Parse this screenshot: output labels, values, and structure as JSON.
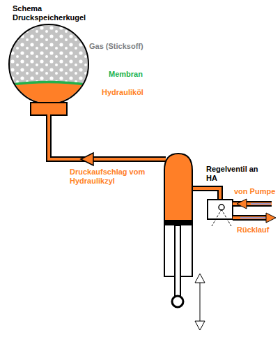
{
  "diagram": {
    "title": "Schema Druckspeicherkugel",
    "labels": [
      "Gas (Sticksoff)",
      "Membran",
      "Hydrauliköl",
      "Druckaufschlag vom Hydraulikzyl",
      "Regelventil an HA",
      "von Pumpe",
      "Rücklauf"
    ]
  }
}
